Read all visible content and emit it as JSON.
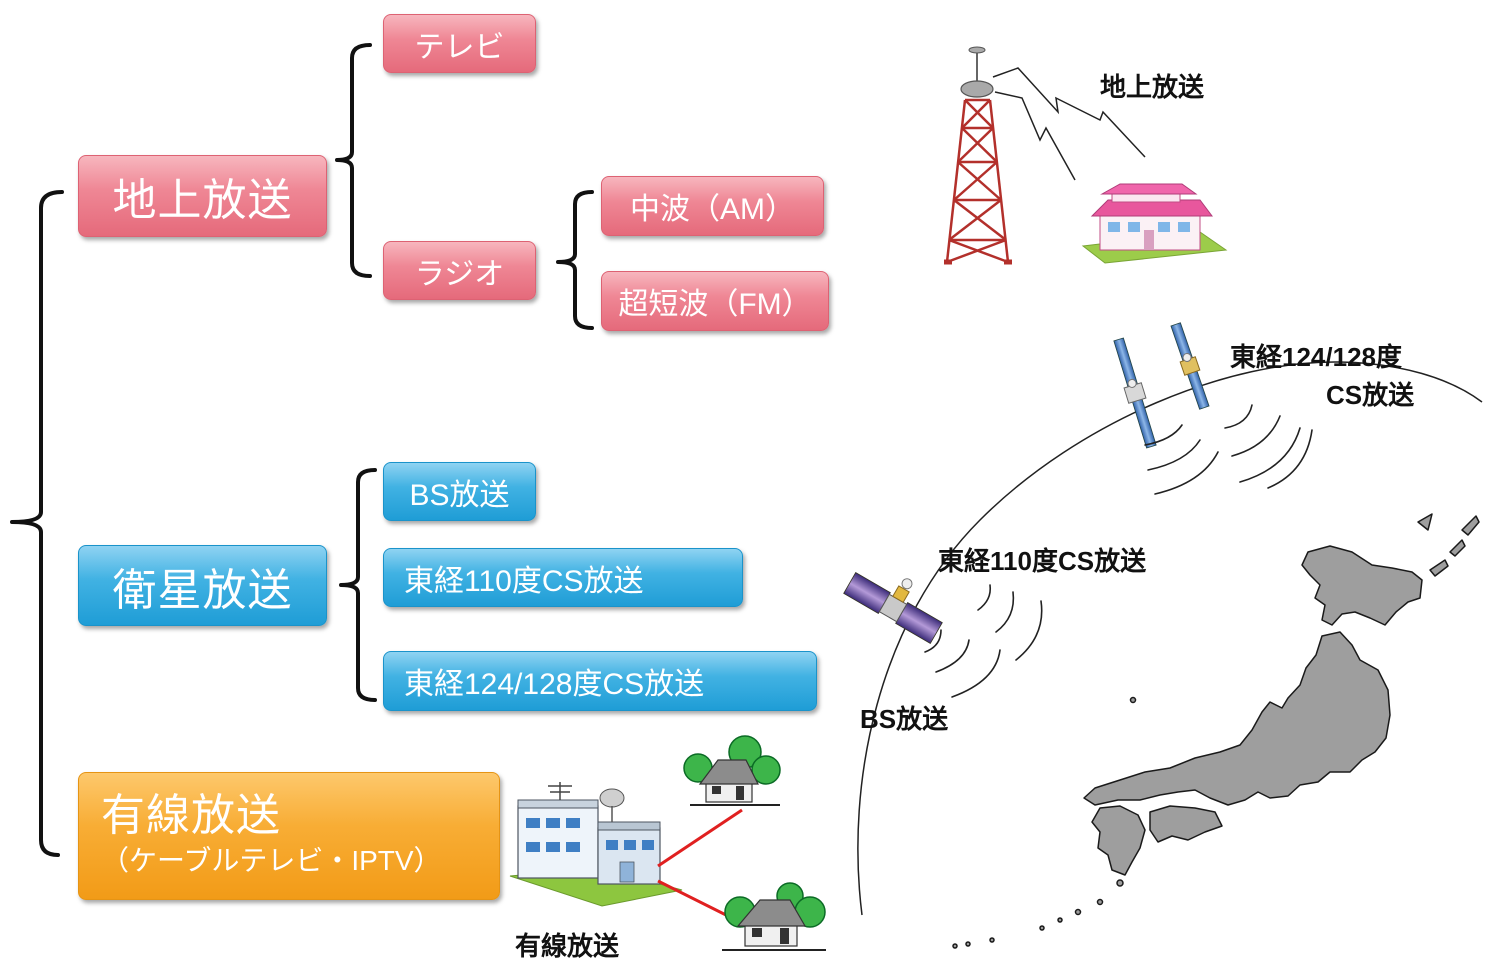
{
  "tree": {
    "terrestrial": {
      "label": "地上放送",
      "tv": "テレビ",
      "radio": "ラジオ",
      "radio_am": "中波（AM）",
      "radio_fm": "超短波（FM）"
    },
    "satellite": {
      "label": "衛星放送",
      "bs": "BS放送",
      "cs110": "東経110度CS放送",
      "cs124": "東経124/128度CS放送"
    },
    "cable": {
      "label": "有線放送",
      "sublabel": "（ケーブルテレビ・IPTV）"
    }
  },
  "illustration": {
    "terrestrial_label": "地上放送",
    "cs124_label_line1": "東経124/128度",
    "cs124_label_line2": "CS放送",
    "cs110_label": "東経110度CS放送",
    "bs_label": "BS放送",
    "cable_label": "有線放送",
    "icons": [
      "broadcast-tower-icon",
      "house-icon",
      "satellite-icon",
      "japan-map",
      "cable-station-icon",
      "tree-house-icon"
    ]
  },
  "colors": {
    "terrestrial": "#ef8795",
    "satellite": "#41b2e3",
    "cable": "#f8ad35",
    "tower": "#b3302b",
    "cable_line": "#e02020"
  }
}
